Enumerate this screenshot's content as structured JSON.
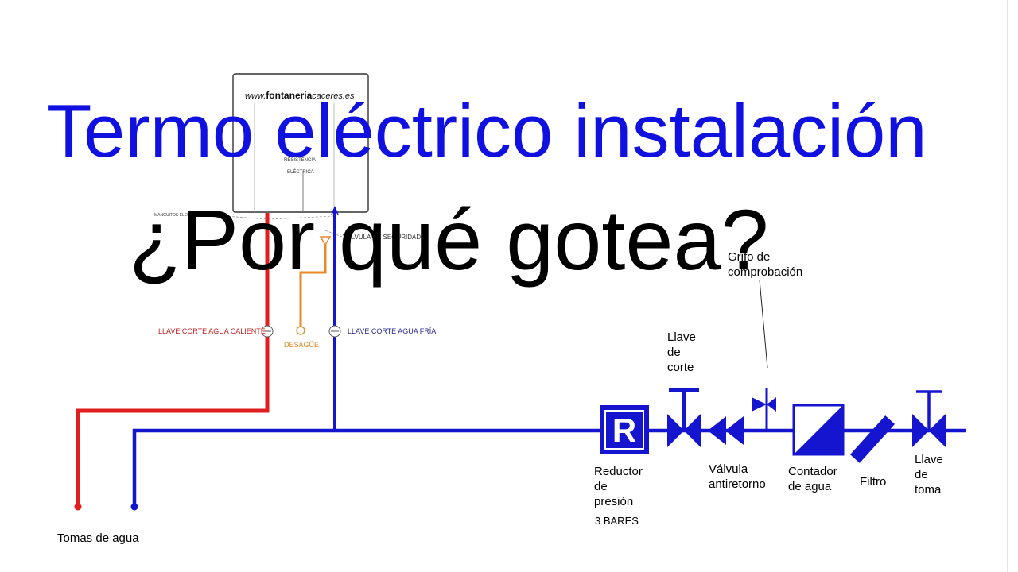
{
  "colors": {
    "hot": "#e01e1e",
    "cold": "#1515d0",
    "drain": "#e88a2a",
    "title_main": "#1010e0",
    "title_sub": "#000000"
  },
  "titles": {
    "main": "Termo eléctrico instalación",
    "sub": "¿Por qué gotea?"
  },
  "heater": {
    "website_prefix": "www.",
    "website_bold": "fontaneria",
    "website_suffix": "caceres.es",
    "resistance_line1": "RESISTENCIA",
    "resistance_line2": "ELÉCTRICA",
    "sleeves": "MANGUITOS ELECTROLÍTICOS",
    "safety_valve": "VÁLVULA DE SEGURIDAD"
  },
  "valves": {
    "hot_shutoff": "LLAVE CORTE AGUA CALIENTE",
    "cold_shutoff": "LLAVE CORTE AGUA FRÍA",
    "drain": "DESAGÜE"
  },
  "outlets": {
    "label": "Tomas de agua"
  },
  "components": {
    "reducer_symbol": "R",
    "reducer_line1": "Reductor",
    "reducer_line2": "de",
    "reducer_line3": "presión",
    "reducer_pressure": "3 BARES",
    "shutoff_line1": "Llave",
    "shutoff_line2": "de",
    "shutoff_line3": "corte",
    "check_line1": "Válvula",
    "check_line2": "antiretorno",
    "test_tap_line1": "Grifo de",
    "test_tap_line2": "comprobación",
    "meter_line1": "Contador",
    "meter_line2": "de agua",
    "filter": "Filtro",
    "main_line1": "Llave",
    "main_line2": "de",
    "main_line3": "toma"
  }
}
